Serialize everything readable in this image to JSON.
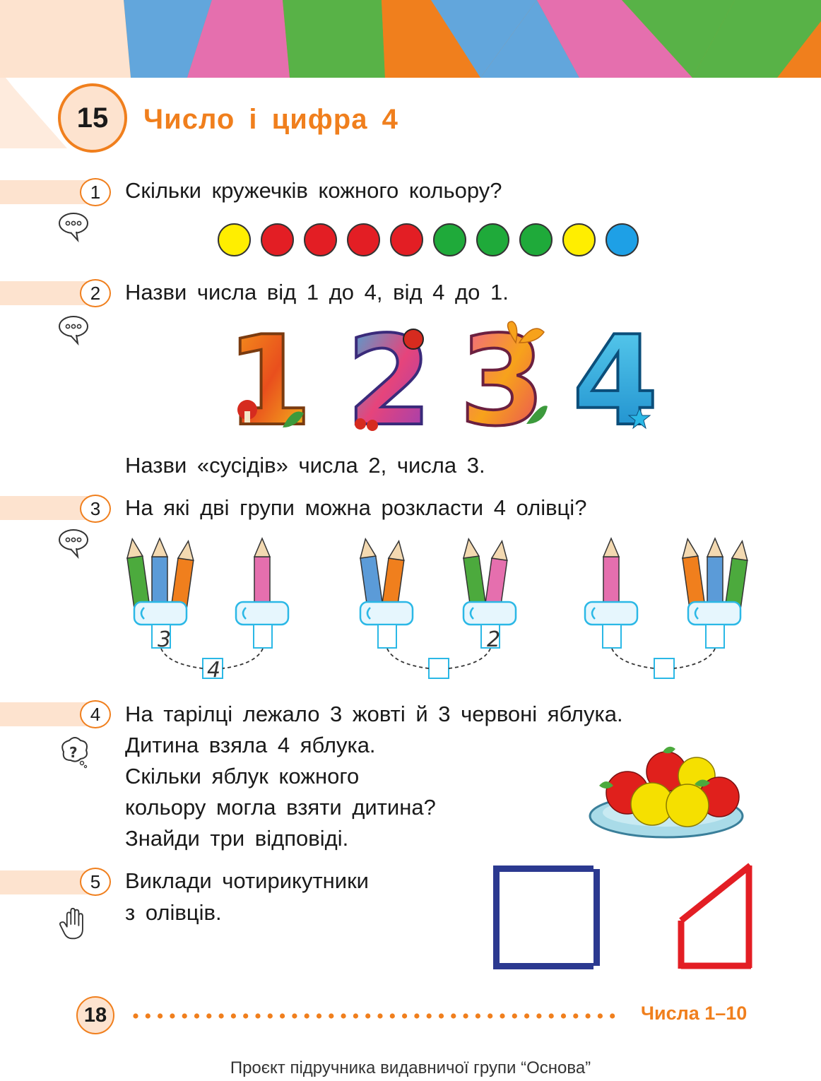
{
  "lesson": {
    "number": "15",
    "title": "Число і цифра 4"
  },
  "tasks": [
    {
      "number": "1",
      "text": "Скільки кружечків кожного кольору?",
      "icon": "speech-bubble-icon"
    },
    {
      "number": "2",
      "text": "Назви числа від 1 до 4, від 4 до 1.",
      "icon": "speech-bubble-icon",
      "extra": "Назви «сусідів» числа 2, числа 3."
    },
    {
      "number": "3",
      "text": "На які дві групи можна розкласти 4 олівці?",
      "icon": "speech-bubble-icon"
    },
    {
      "number": "4",
      "lines": [
        "На тарілці лежало 3 жовті й 3 червоні яблука.",
        "Дитина взяла 4 яблука.",
        "Скільки яблук кожного",
        "кольору могла взяти дитина?",
        "Знайди три відповіді."
      ],
      "icon": "thinking-question-icon"
    },
    {
      "number": "5",
      "lines": [
        "Виклади чотирикутники",
        "з олівців."
      ],
      "icon": "hand-icon"
    }
  ],
  "circles": [
    "#ffee00",
    "#e31e24",
    "#e31e24",
    "#e31e24",
    "#e31e24",
    "#1faa3a",
    "#1faa3a",
    "#1faa3a",
    "#ffee00",
    "#1ea0e6"
  ],
  "numerals": [
    "1",
    "2",
    "3",
    "4"
  ],
  "decomposition": {
    "left_group": "3",
    "total": "4",
    "second_right": "2"
  },
  "footer": {
    "page": "18",
    "topic": "Числа 1–10",
    "note": "Проєкт підручника видавничої групи “Основа”"
  },
  "colors": {
    "accent": "#f07f1d",
    "accent_light": "#fde3cf"
  }
}
